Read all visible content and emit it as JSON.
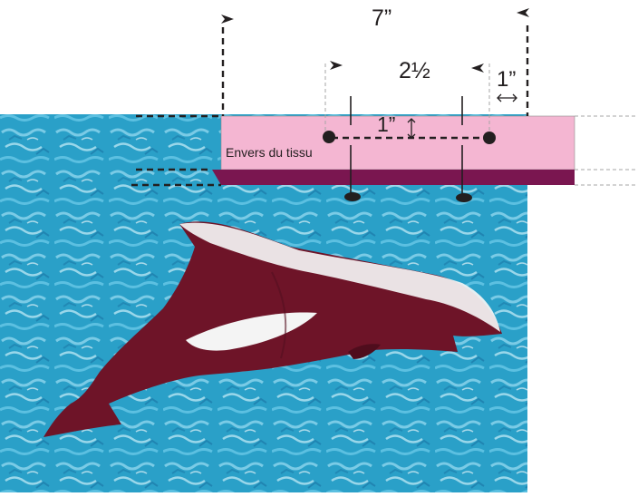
{
  "diagram": {
    "measurements": {
      "total_width": "7”",
      "inner_width": "2½",
      "edge_offset": "1”",
      "drop": "1”"
    },
    "fabric_label": "Envers du tissu"
  },
  "colors": {
    "water": "#2aa0c8",
    "water_light": "#8fd6ee",
    "sleeve": "#f4b6d2",
    "sleeve_edge": "#7a1650",
    "dolphin": "#6e1428",
    "dolphin_light": "#f4f4f4",
    "ink": "#231f20",
    "guide": "#a6a6a6"
  },
  "icons": [
    "arrowhead-right-icon",
    "arrowhead-left-icon",
    "double-arrow-horizontal-icon",
    "double-arrow-vertical-icon",
    "grommet-icon"
  ]
}
